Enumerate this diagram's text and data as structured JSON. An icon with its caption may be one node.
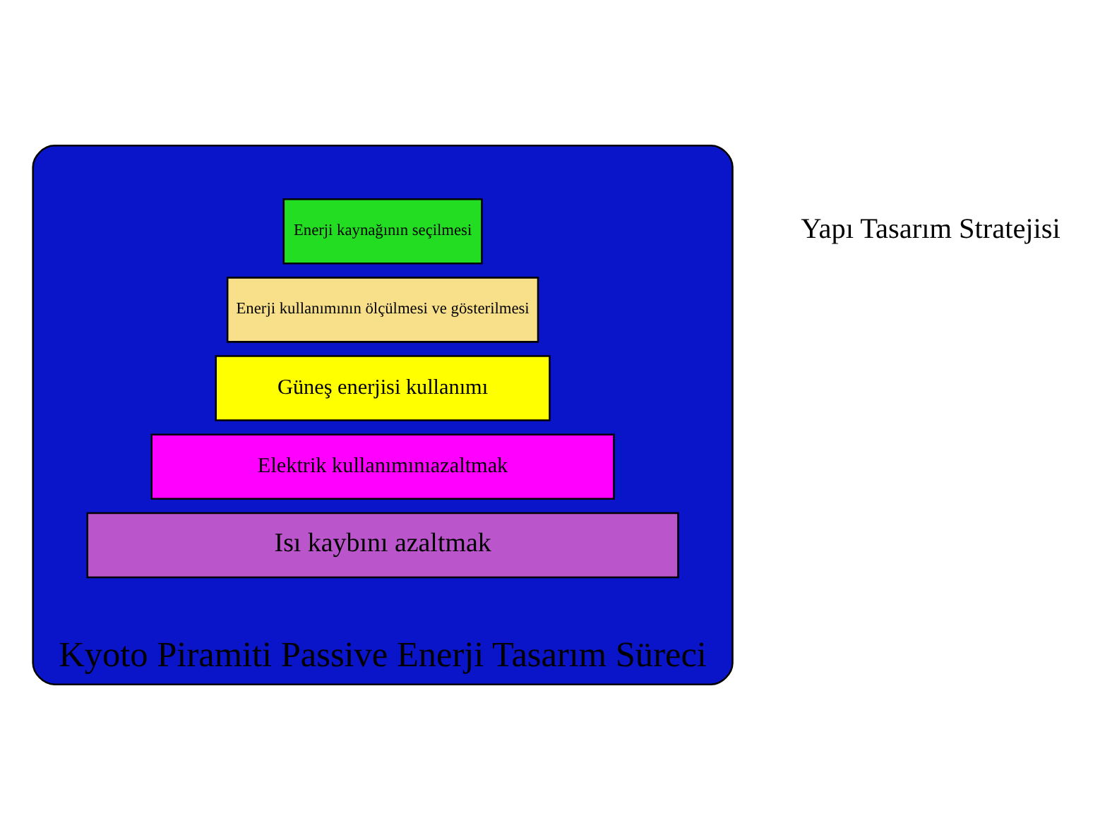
{
  "diagram": {
    "nodes": [
      {
        "text": [
          "Kyoto Piramiti Passive Enerji Tasarım Süreci"
        ]
      },
      {
        "text": [
          "Enerji kaynağının seçilmesi"
        ],
        "in": 0
      },
      {
        "text": [
          "Enerji kullanımının ölçülmesi ve gösterilmesi"
        ],
        "in": 0
      },
      {
        "text": [
          "Güneş enerjisi kullanımı"
        ],
        "in": 0
      },
      {
        "text": [
          "Elektrik kullanımınıazaltmak"
        ],
        "in": 0
      },
      {
        "text": [
          "Isı kaybını azaltmak"
        ],
        "in": 0
      }
    ],
    "edges": [],
    "labels": [
      "Yapı Tasarım Stratejisi"
    ]
  }
}
